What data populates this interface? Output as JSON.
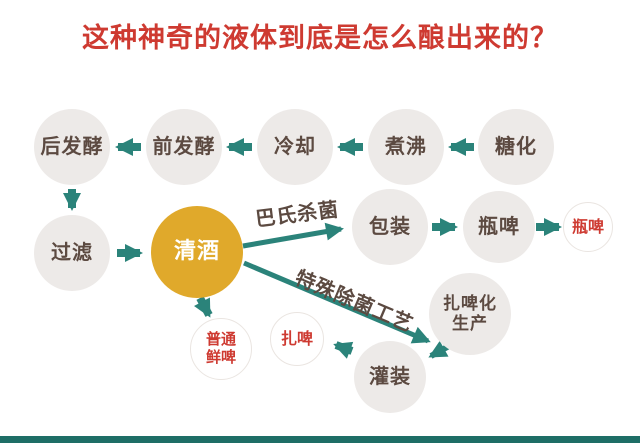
{
  "title": "这种神奇的液体到底是怎么酿出来的？",
  "nodes": {
    "post_fermentation": {
      "label": "后发酵"
    },
    "pre_fermentation": {
      "label": "前发酵"
    },
    "cooling": {
      "label": "冷却"
    },
    "boiling": {
      "label": "煮沸"
    },
    "saccharification": {
      "label": "糖化"
    },
    "filtration": {
      "label": "过滤"
    },
    "clear_beer": {
      "label": "清酒"
    },
    "packaging": {
      "label": "包装"
    },
    "bottled_beer": {
      "label": "瓶啤"
    },
    "bottled_beer_output": {
      "label": "瓶啤"
    },
    "draft_production": {
      "label_line1": "扎啤化",
      "label_line2": "生产"
    },
    "filling": {
      "label": "灌装"
    },
    "draft_beer_output": {
      "label": "扎啤"
    },
    "fresh_beer_output": {
      "label_line1": "普通",
      "label_line2": "鲜啤"
    }
  },
  "edge_labels": {
    "pasteurization": "巴氏杀菌",
    "special_sterilization": "特殊除菌工艺"
  },
  "colors": {
    "title": "#ce3a31",
    "node_fill": "#edeae8",
    "node_text": "#5c4a41",
    "arrow": "#2b837a",
    "highlight_fill": "#e0a92b",
    "highlight_text": "#ffffff",
    "output_text": "#ce3a31",
    "footer_bar": "#1e6e66"
  }
}
